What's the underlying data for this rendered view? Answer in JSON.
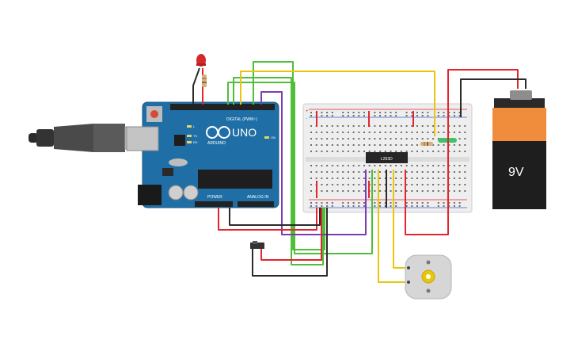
{
  "arduino": {
    "model": "UNO",
    "brand": "ARDUINO",
    "digital_header": "DIGITAL (PWM~)",
    "power_header": "POWER",
    "analog_header": "ANALOG IN",
    "tx": "TX",
    "rx": "RX",
    "l": "L",
    "on": "ON"
  },
  "breadboard": {
    "ic_label": "L293D",
    "rails": [
      "+",
      "-"
    ]
  },
  "battery": {
    "label": "9V"
  },
  "wires": {
    "colors": {
      "red": "#e3262d",
      "black": "#2b2b2b",
      "green": "#4fbf3a",
      "yellow": "#e8c60b",
      "purple": "#7d3cb5",
      "brown": "#8a5a2b"
    }
  },
  "components": {
    "led_color": "#d42a2a",
    "arduino_color": "#1f6fa6",
    "battery_top": "#f08d3c",
    "battery_body": "#1e1e1e"
  }
}
